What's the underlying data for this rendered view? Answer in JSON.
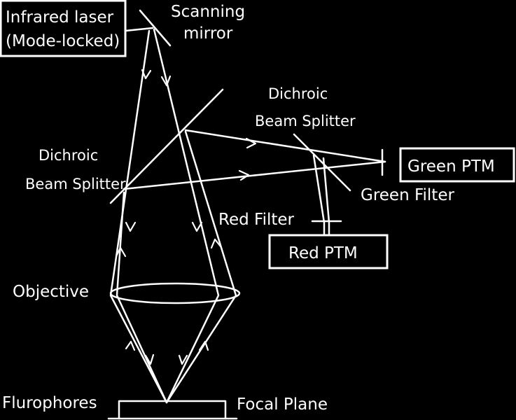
{
  "labels": {
    "laser_line1": "Infrared laser",
    "laser_line2": "(Mode-locked)",
    "mirror_line1": "Scanning",
    "mirror_line2": "mirror",
    "dichroic_top_line1": "Dichroic",
    "dichroic_top_line2": "Beam Splitter",
    "dichroic_left_line1": "Dichroic",
    "dichroic_left_line2": "Beam Splitter",
    "green_pmt": "Green PTM",
    "green_filter": "Green Filter",
    "red_filter": "Red Filter",
    "red_pmt": "Red PTM",
    "objective": "Objective",
    "flurophores": "Flurophores",
    "focal_plane": "Focal Plane"
  },
  "colors": {
    "background": "#000000",
    "foreground": "#ffffff"
  }
}
